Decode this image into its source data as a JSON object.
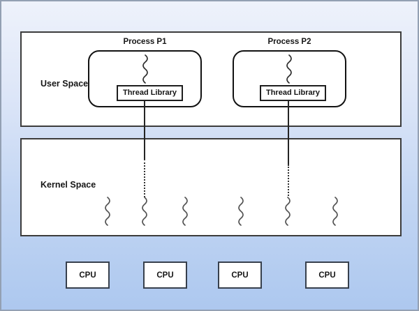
{
  "diagram": {
    "user_space": {
      "label": "User Space"
    },
    "kernel_space": {
      "label": "Kernel Space",
      "kernel_thread_count": 6
    },
    "processes": [
      {
        "title": "Process P1",
        "thread_library_label": "Thread Library"
      },
      {
        "title": "Process P2",
        "thread_library_label": "Thread Library"
      }
    ],
    "cpu_labels": [
      "CPU",
      "CPU",
      "CPU",
      "CPU"
    ],
    "icons": {
      "user_thread": "wavy-line",
      "kernel_thread": "wavy-line"
    },
    "colors": {
      "background_top": "#eef2fb",
      "background_bottom": "#adc8ef",
      "frame_border": "#93a0b3",
      "box_fill": "#ffffff",
      "space_border": "#3c3c3c",
      "process_border": "#121212",
      "connector": "#242424",
      "user_thread_stroke": "#2d2d2d",
      "kernel_thread_stroke": "#525252"
    }
  }
}
